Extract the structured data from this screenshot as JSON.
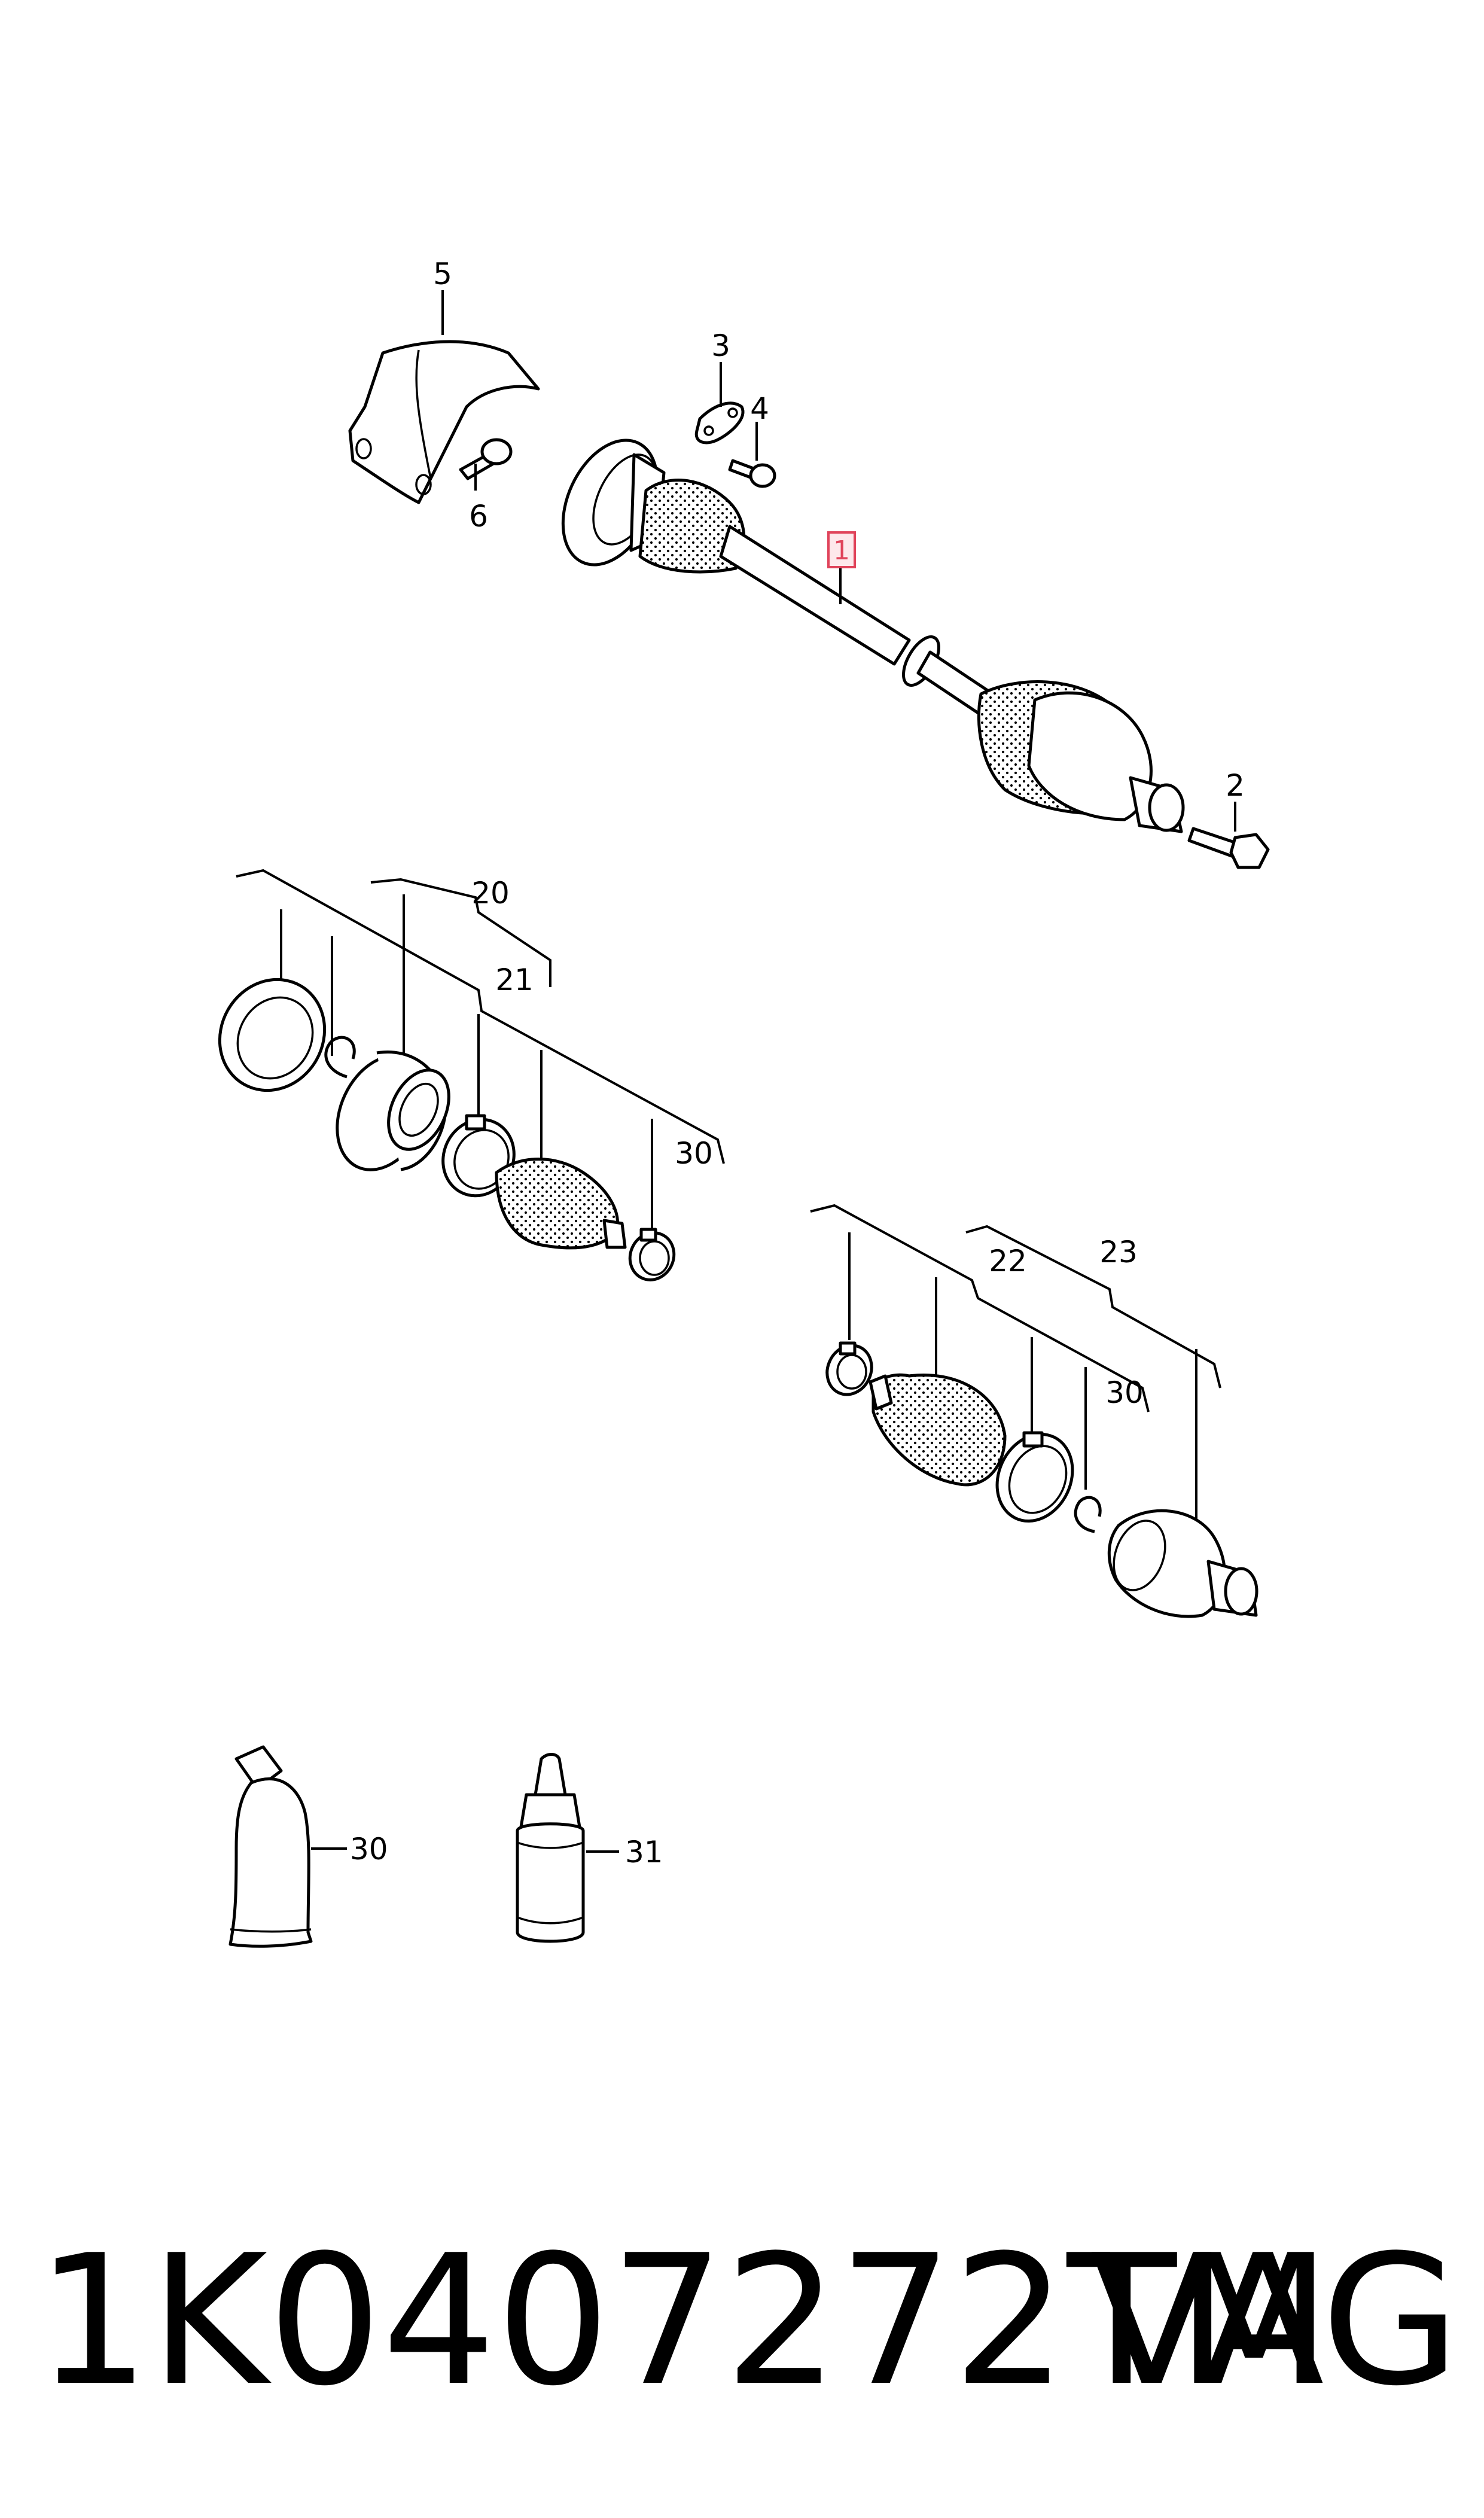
{
  "callouts": {
    "c1": "1",
    "c2": "2",
    "c3": "3",
    "c4": "4",
    "c5": "5",
    "c6": "6",
    "c20": "20",
    "c21": "21",
    "c30a": "30",
    "c22": "22",
    "c23": "23",
    "c30b": "30",
    "c30c": "30",
    "c31": "31"
  },
  "footer": {
    "part_number": "1K0407272TM",
    "brand": "VAG"
  },
  "colors": {
    "highlight": "#e0435a",
    "line": "#000000"
  }
}
